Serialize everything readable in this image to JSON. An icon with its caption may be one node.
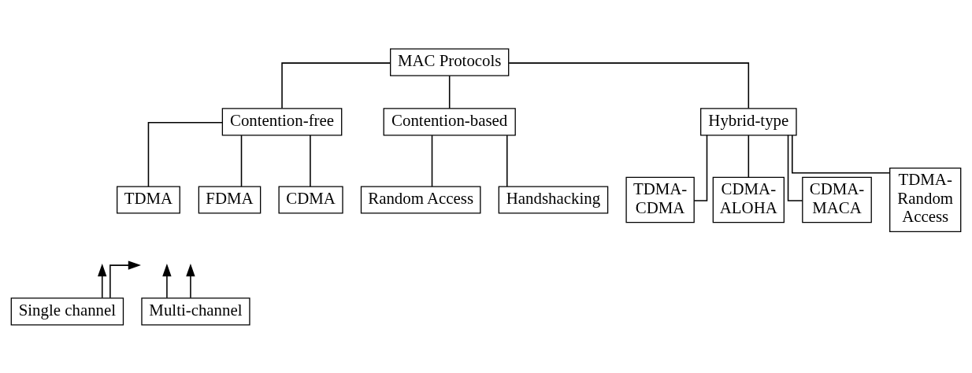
{
  "diagram": {
    "nodes": [
      {
        "text": [
          "MAC Protocols"
        ]
      },
      {
        "text": [
          "Contention-free"
        ]
      },
      {
        "text": [
          "Contention-based"
        ]
      },
      {
        "text": [
          "Hybrid-type"
        ]
      },
      {
        "text": [
          "TDMA"
        ]
      },
      {
        "text": [
          "FDMA"
        ]
      },
      {
        "text": [
          "CDMA"
        ]
      },
      {
        "text": [
          "Random Access"
        ]
      },
      {
        "text": [
          "Handshacking"
        ]
      },
      {
        "text": [
          "TDMA- CDMA"
        ]
      },
      {
        "text": [
          "CDMA- ALOHA"
        ]
      },
      {
        "text": [
          "CDMA- MACA"
        ]
      },
      {
        "text": [
          "TDMA- Random Access"
        ]
      },
      {
        "text": [
          "Single channel"
        ]
      },
      {
        "text": [
          "Multi-channel"
        ]
      }
    ],
    "edges": [
      {
        "from": 0,
        "to": 1,
        "arrow": "none"
      },
      {
        "from": 0,
        "to": 2,
        "arrow": "none"
      },
      {
        "from": 0,
        "to": 3,
        "arrow": "none"
      },
      {
        "from": 1,
        "to": 4,
        "arrow": "none"
      },
      {
        "from": 1,
        "to": 5,
        "arrow": "none"
      },
      {
        "from": 1,
        "to": 6,
        "arrow": "none"
      },
      {
        "from": 2,
        "to": 7,
        "arrow": "none"
      },
      {
        "from": 2,
        "to": 8,
        "arrow": "none"
      },
      {
        "from": 3,
        "to": 9,
        "arrow": "none"
      },
      {
        "from": 3,
        "to": 10,
        "arrow": "none"
      },
      {
        "from": 3,
        "to": 11,
        "arrow": "none"
      },
      {
        "from": 3,
        "to": 12,
        "arrow": "none"
      },
      {
        "from": 13,
        "to": null,
        "arrow": "to"
      },
      {
        "from": 13,
        "to": null,
        "arrow": "to"
      },
      {
        "from": 14,
        "to": null,
        "arrow": "to"
      },
      {
        "from": 14,
        "to": null,
        "arrow": "to"
      }
    ]
  }
}
